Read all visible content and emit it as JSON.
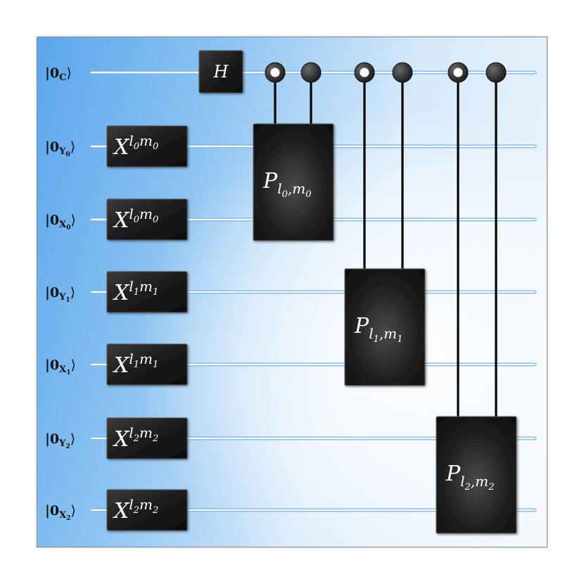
{
  "qubits": [
    {
      "ket": "|0",
      "sub": "C",
      "subsub": "",
      "close": "⟩"
    },
    {
      "ket": "|0",
      "sub": "Y",
      "subsub": "0",
      "close": "⟩"
    },
    {
      "ket": "|0",
      "sub": "X",
      "subsub": "0",
      "close": "⟩"
    },
    {
      "ket": "|0",
      "sub": "Y",
      "subsub": "1",
      "close": "⟩"
    },
    {
      "ket": "|0",
      "sub": "X",
      "subsub": "1",
      "close": "⟩"
    },
    {
      "ket": "|0",
      "sub": "Y",
      "subsub": "2",
      "close": "⟩"
    },
    {
      "ket": "|0",
      "sub": "X",
      "subsub": "2",
      "close": "⟩"
    }
  ],
  "h_gate": {
    "label": "H",
    "wire": 0
  },
  "x_gates": [
    {
      "wire": 1,
      "base": "X",
      "l": "l",
      "li": "0",
      "m": "m",
      "mi": "0"
    },
    {
      "wire": 2,
      "base": "X",
      "l": "l",
      "li": "0",
      "m": "m",
      "mi": "0"
    },
    {
      "wire": 3,
      "base": "X",
      "l": "l",
      "li": "1",
      "m": "m",
      "mi": "1"
    },
    {
      "wire": 4,
      "base": "X",
      "l": "l",
      "li": "1",
      "m": "m",
      "mi": "1"
    },
    {
      "wire": 5,
      "base": "X",
      "l": "l",
      "li": "2",
      "m": "m",
      "mi": "2"
    },
    {
      "wire": 6,
      "base": "X",
      "l": "l",
      "li": "2",
      "m": "m",
      "mi": "2"
    }
  ],
  "p_gates": [
    {
      "wires": [
        1,
        2
      ],
      "base": "P",
      "l": "l",
      "li": "0",
      "sep": ",",
      "m": "m",
      "mi": "0",
      "controls": [
        {
          "type": "open"
        },
        {
          "type": "closed"
        }
      ]
    },
    {
      "wires": [
        3,
        4
      ],
      "base": "P",
      "l": "l",
      "li": "1",
      "sep": ",",
      "m": "m",
      "mi": "1",
      "controls": [
        {
          "type": "open"
        },
        {
          "type": "closed"
        }
      ]
    },
    {
      "wires": [
        5,
        6
      ],
      "base": "P",
      "l": "l",
      "li": "2",
      "sep": ",",
      "m": "m",
      "mi": "2",
      "controls": [
        {
          "type": "open"
        },
        {
          "type": "closed"
        }
      ]
    }
  ],
  "colors": {
    "gate_fill": "#1f1f1f",
    "wire_glow": "#3f8fe0",
    "wire_core": "#ffffff",
    "ket_text": "#111111"
  }
}
